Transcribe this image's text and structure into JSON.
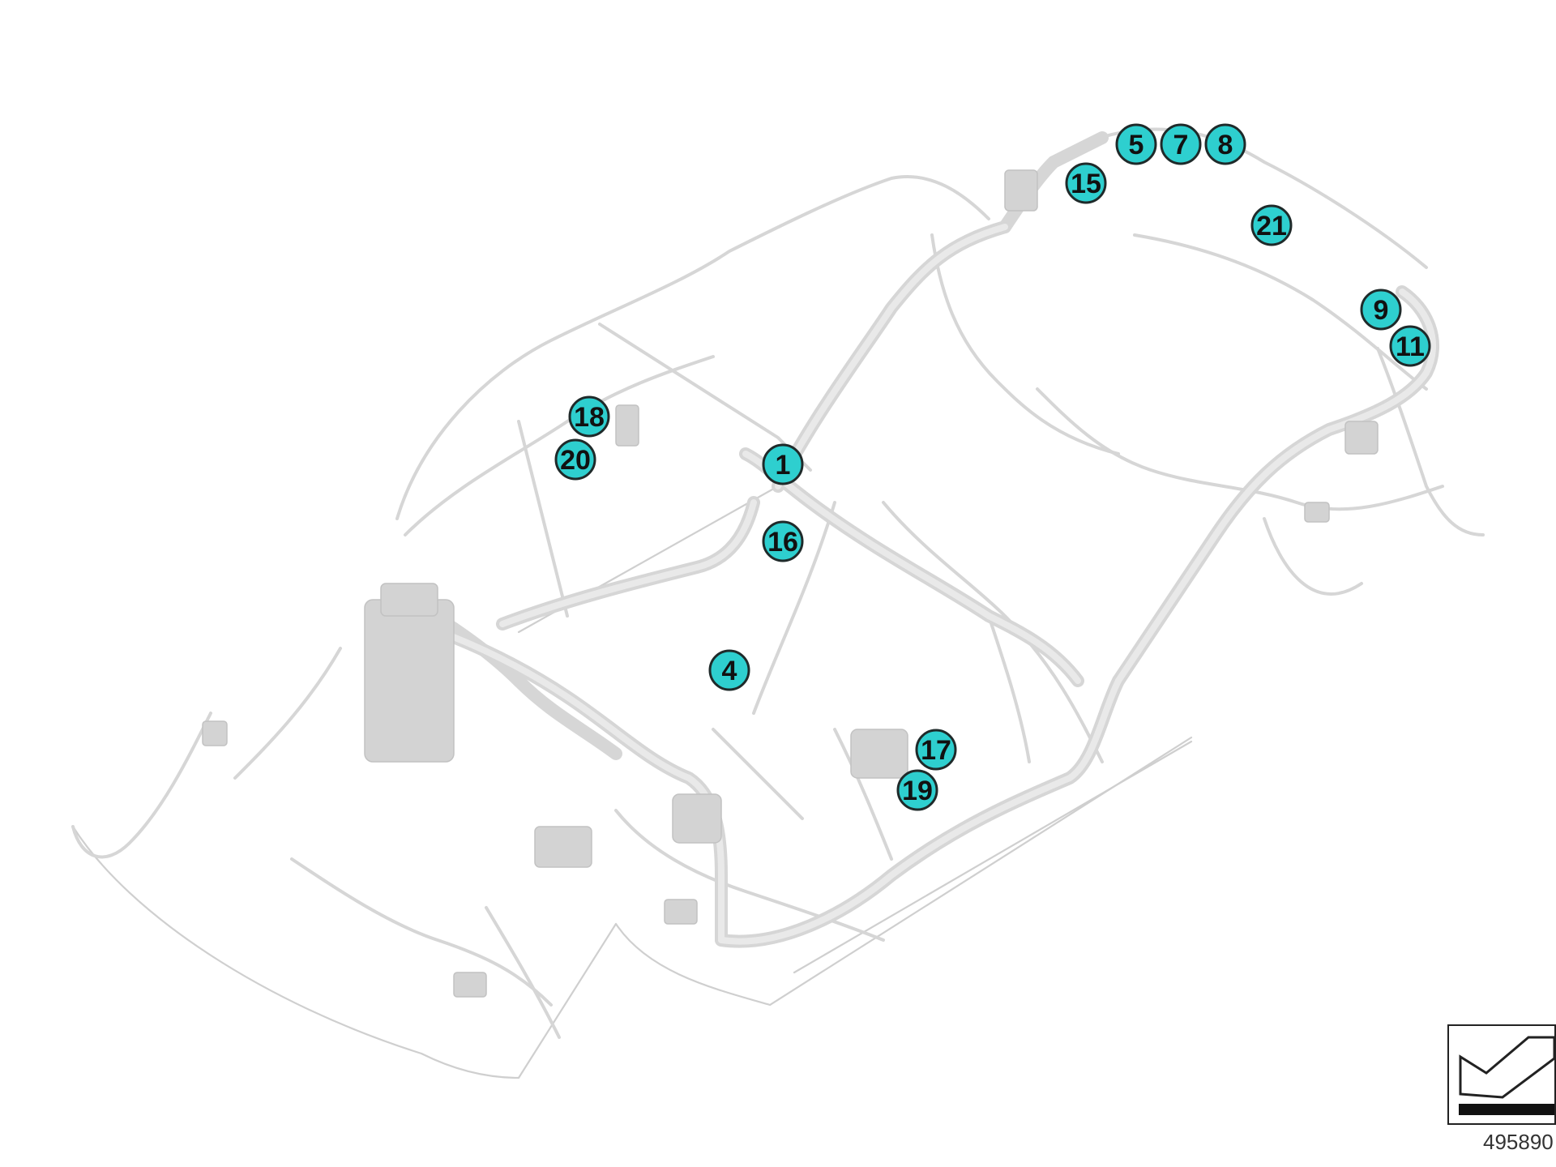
{
  "callouts": [
    {
      "label": "1"
    },
    {
      "label": "4"
    },
    {
      "label": "5"
    },
    {
      "label": "7"
    },
    {
      "label": "8"
    },
    {
      "label": "9"
    },
    {
      "label": "11"
    },
    {
      "label": "15"
    },
    {
      "label": "16"
    },
    {
      "label": "17"
    },
    {
      "label": "18"
    },
    {
      "label": "19"
    },
    {
      "label": "20"
    },
    {
      "label": "21"
    }
  ],
  "reference_code": "495890",
  "colors": {
    "callout_fill": "#2ecfcf",
    "callout_border": "#1f2a2a",
    "harness": "#d6d6d6"
  },
  "icons": {
    "reference": "arrow-into-tray-icon"
  }
}
